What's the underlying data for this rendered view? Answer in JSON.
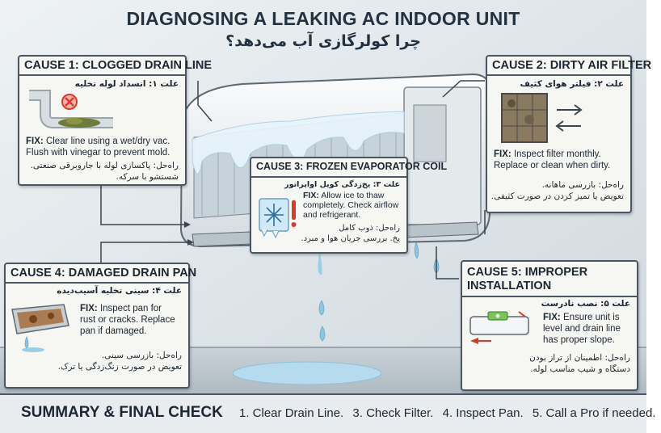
{
  "title": "DIAGNOSING A LEAKING AC INDOOR UNIT",
  "subtitle": "چرا کولرگازی آب می‌دهد؟",
  "causes": [
    {
      "heading": "CAUSE 1: CLOGGED DRAIN LINE",
      "heading_fa": "علت ۱: انسداد لوله تخلیه",
      "fix_label": "FIX:",
      "fix_lines": [
        "Clear line using a wet/dry vac.",
        "Flush with vinegar to prevent mold."
      ],
      "solution_lines": [
        "راه‌حل: پاکسازی لوله با جاروبرقی صنعتی.",
        "شستشو با سرکه."
      ],
      "icon": "clogged-pipe-icon"
    },
    {
      "heading": "CAUSE 2: DIRTY AIR FILTER",
      "heading_fa": "علت ۲: فیلتر هوای کثیف",
      "fix_label": "FIX:",
      "fix_lines": [
        "Inspect filter monthly.",
        "Replace or clean when dirty."
      ],
      "solution_lines": [
        "راه‌حل: بازرسی ماهانه.",
        "تعویض یا تمیز کردن در صورت کثیفی."
      ],
      "icon": "dirty-filter-icon"
    },
    {
      "heading": "CAUSE 3: FROZEN EVAPORATOR COIL",
      "heading_fa": "علت ۳: یخ‌زدگی کویل اواپراتور",
      "fix_label": "FIX:",
      "fix_lines": [
        "Allow ice to thaw",
        "completely. Check airflow",
        "and refrigerant."
      ],
      "solution_lines": [
        "راه‌حل: ذوب کامل",
        "یخ. بررسی جریان هوا و مبرد."
      ],
      "icon": "frozen-coil-icon"
    },
    {
      "heading": "CAUSE 4: DAMAGED DRAIN PAN",
      "heading_fa": "علت ۴: سینی تخلیه آسیب‌دیده",
      "fix_label": "FIX:",
      "fix_lines": [
        "Inspect pan for",
        "rust or cracks. Replace",
        "pan if damaged."
      ],
      "solution_lines": [
        "راه‌حل: بازرسی سینی.",
        "تعویض در صورت زنگ‌زدگی یا ترک."
      ],
      "icon": "rusty-pan-icon"
    },
    {
      "heading": "CAUSE 5: IMPROPER",
      "heading_2": "INSTALLATION",
      "heading_fa": "علت ۵: نصب نادرست",
      "fix_label": "FIX:",
      "fix_lines": [
        "Ensure unit is",
        "level and drain line",
        "has proper slope."
      ],
      "solution_lines": [
        "راه‌حل: اطمینان از تراز بودن",
        "دستگاه و شیب مناسب لوله."
      ],
      "icon": "level-unit-icon"
    }
  ],
  "summary": {
    "title": "SUMMARY & FINAL CHECK",
    "items": [
      "1. Clear Drain Line.",
      "3. Check Filter.",
      "4. Inspect Pan.",
      "5. Call a Pro if needed."
    ]
  },
  "colors": {
    "wall": "#dfe6ea",
    "card_bg": "#f6f6f3",
    "card_border": "#4a5663",
    "water": "#9ccde8",
    "ice": "#cfe9f7",
    "rust": "#a0602c",
    "warning_red": "#d83a2c"
  }
}
